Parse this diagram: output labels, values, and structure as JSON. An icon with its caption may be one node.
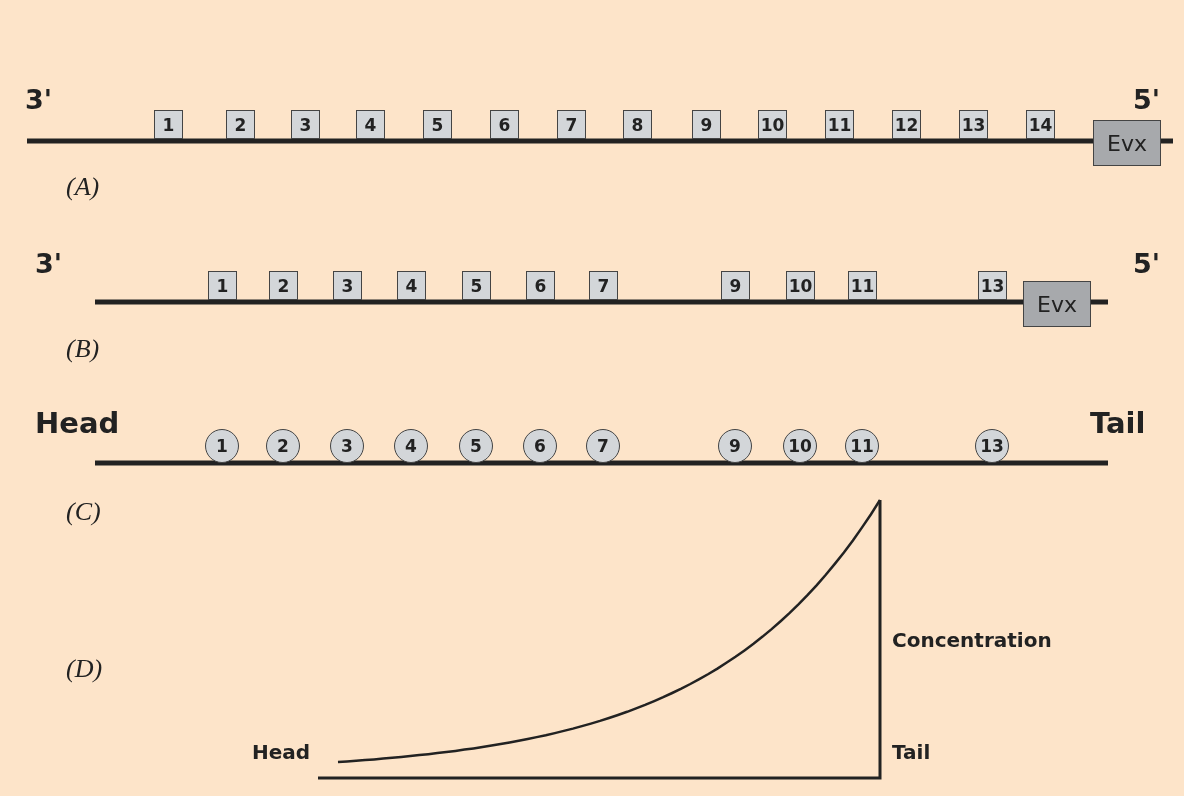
{
  "diagram": {
    "nodes": [
      {
        "text": [
          "1"
        ]
      },
      {
        "text": [
          "2"
        ]
      },
      {
        "text": [
          "3"
        ]
      },
      {
        "text": [
          "4"
        ]
      },
      {
        "text": [
          "5"
        ]
      },
      {
        "text": [
          "6"
        ]
      },
      {
        "text": [
          "7"
        ]
      },
      {
        "text": [
          "8"
        ]
      },
      {
        "text": [
          "9"
        ]
      },
      {
        "text": [
          "10"
        ]
      },
      {
        "text": [
          "11"
        ]
      },
      {
        "text": [
          "12"
        ]
      },
      {
        "text": [
          "13"
        ]
      },
      {
        "text": [
          "14"
        ]
      },
      {
        "text": [
          "Evx"
        ]
      },
      {
        "text": [
          "1"
        ]
      },
      {
        "text": [
          "2"
        ]
      },
      {
        "text": [
          "3"
        ]
      },
      {
        "text": [
          "4"
        ]
      },
      {
        "text": [
          "5"
        ]
      },
      {
        "text": [
          "6"
        ]
      },
      {
        "text": [
          "7"
        ]
      },
      {
        "text": [
          "9"
        ]
      },
      {
        "text": [
          "10"
        ]
      },
      {
        "text": [
          "11"
        ]
      },
      {
        "text": [
          "13"
        ]
      },
      {
        "text": [
          "Evx"
        ]
      },
      {
        "text": [
          "1"
        ]
      },
      {
        "text": [
          "2"
        ]
      },
      {
        "text": [
          "3"
        ]
      },
      {
        "text": [
          "4"
        ]
      },
      {
        "text": [
          "5"
        ]
      },
      {
        "text": [
          "6"
        ]
      },
      {
        "text": [
          "7"
        ]
      },
      {
        "text": [
          "9"
        ]
      },
      {
        "text": [
          "10"
        ]
      },
      {
        "text": [
          "11"
        ]
      },
      {
        "text": [
          "13"
        ]
      }
    ],
    "labels": [
      "3'",
      "5'",
      "(A)",
      "3'",
      "5'",
      "(B)",
      "Head",
      "Tail",
      "(C)",
      "Concentration",
      "(D)",
      "Head",
      "Tail"
    ]
  }
}
